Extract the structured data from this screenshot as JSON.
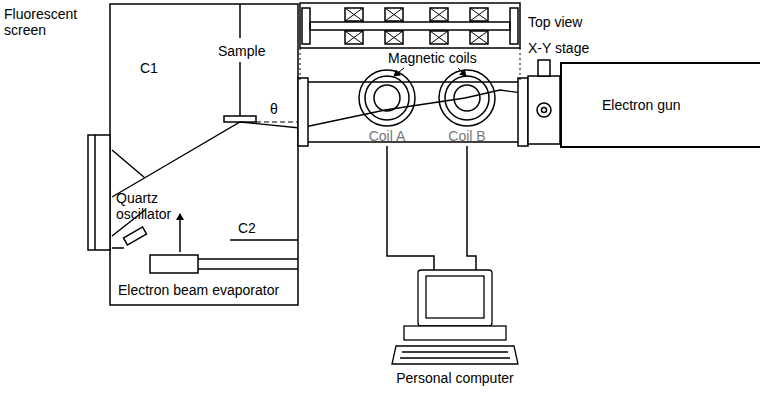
{
  "diagram": {
    "nodes": [
      {
        "text": [
          "Electron gun"
        ]
      },
      {
        "text": [
          "Coil A"
        ]
      },
      {
        "text": [
          "Coil B"
        ]
      },
      {
        "text": [
          "Personal computer"
        ]
      }
    ],
    "edges": [
      {
        "from": 1,
        "to": 3,
        "arrow": "none"
      },
      {
        "from": 2,
        "to": 3,
        "arrow": "none"
      }
    ],
    "labels": [
      "Fluorescent screen",
      "C1",
      "Sample",
      "θ",
      "Top view",
      "Magnetic coils",
      "X-Y stage",
      "C2",
      "Quartz oscillator",
      "Electron beam evaporator"
    ]
  }
}
